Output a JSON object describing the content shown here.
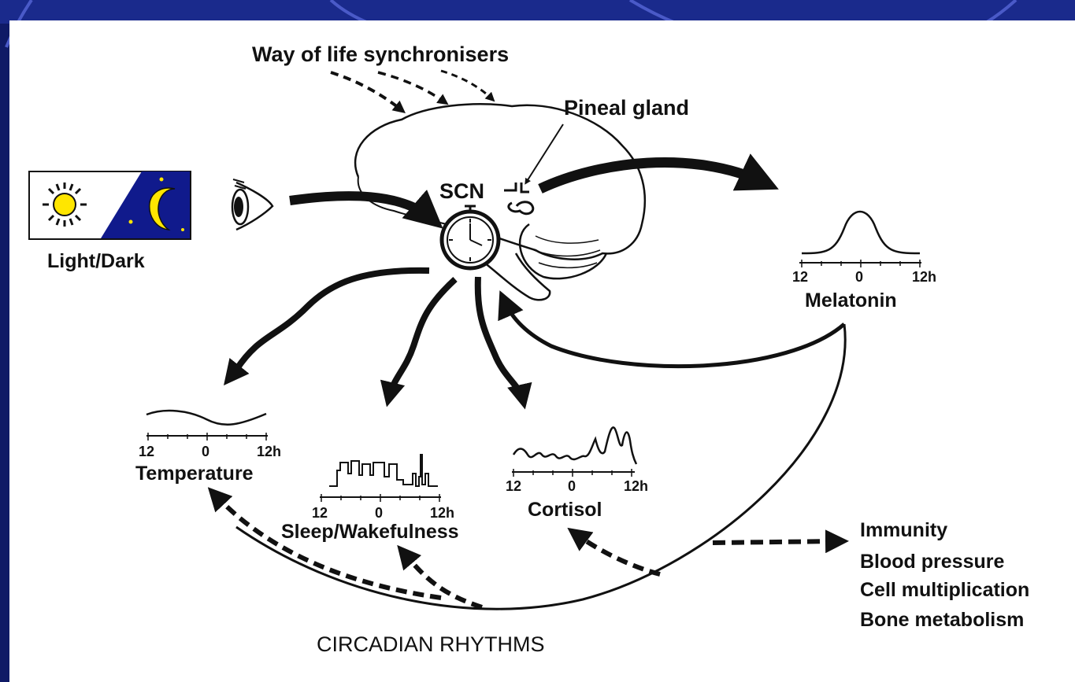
{
  "labels": {
    "way_of_life": "Way of life synchronisers",
    "pineal": "Pineal gland",
    "scn": "SCN",
    "light_dark": "Light/Dark",
    "melatonin": "Melatonin",
    "temperature": "Temperature",
    "sleep": "Sleep/Wakefulness",
    "cortisol": "Cortisol",
    "footer": "CIRCADIAN RHYTHMS"
  },
  "axis_ticks": {
    "left": "12",
    "mid": "0",
    "right": "12h"
  },
  "effects": [
    "Immunity",
    "Blood pressure",
    "Cell multiplication",
    "Bone metabolism"
  ],
  "colors": {
    "frame": "#0f1a66",
    "frame_accent": "#2a3a9e",
    "paper": "#ffffff",
    "ink": "#111111",
    "sun": "#ffe600",
    "night": "#101a8c"
  },
  "icons": [
    "sun-icon",
    "moon-icon",
    "eye-icon",
    "clock-icon",
    "brain-outline",
    "pineal-gland-icon"
  ]
}
